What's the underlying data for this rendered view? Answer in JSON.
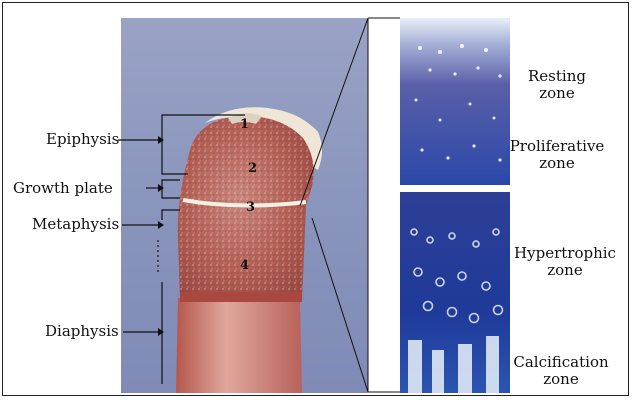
{
  "labels": {
    "epiphysis": "Epiphysis",
    "growth_plate": "Growth plate",
    "metaphysis": "Metaphysis",
    "diaphysis": "Diaphysis"
  },
  "numbers": [
    "1",
    "2",
    "3",
    "4"
  ],
  "zones": {
    "resting": [
      "Resting",
      "zone"
    ],
    "proliferative": [
      "Proliferative",
      "zone"
    ],
    "hypertrophic": [
      "Hypertrophic",
      "zone"
    ],
    "calcification": [
      "Calcification",
      "zone"
    ]
  },
  "colors": {
    "photo_background": "#8a95bd",
    "bone_red": "#b85a50",
    "bone_shaft": "#c77568",
    "histology_blue": "#2f4ea0",
    "histology_dark": "#1b2f7a"
  }
}
